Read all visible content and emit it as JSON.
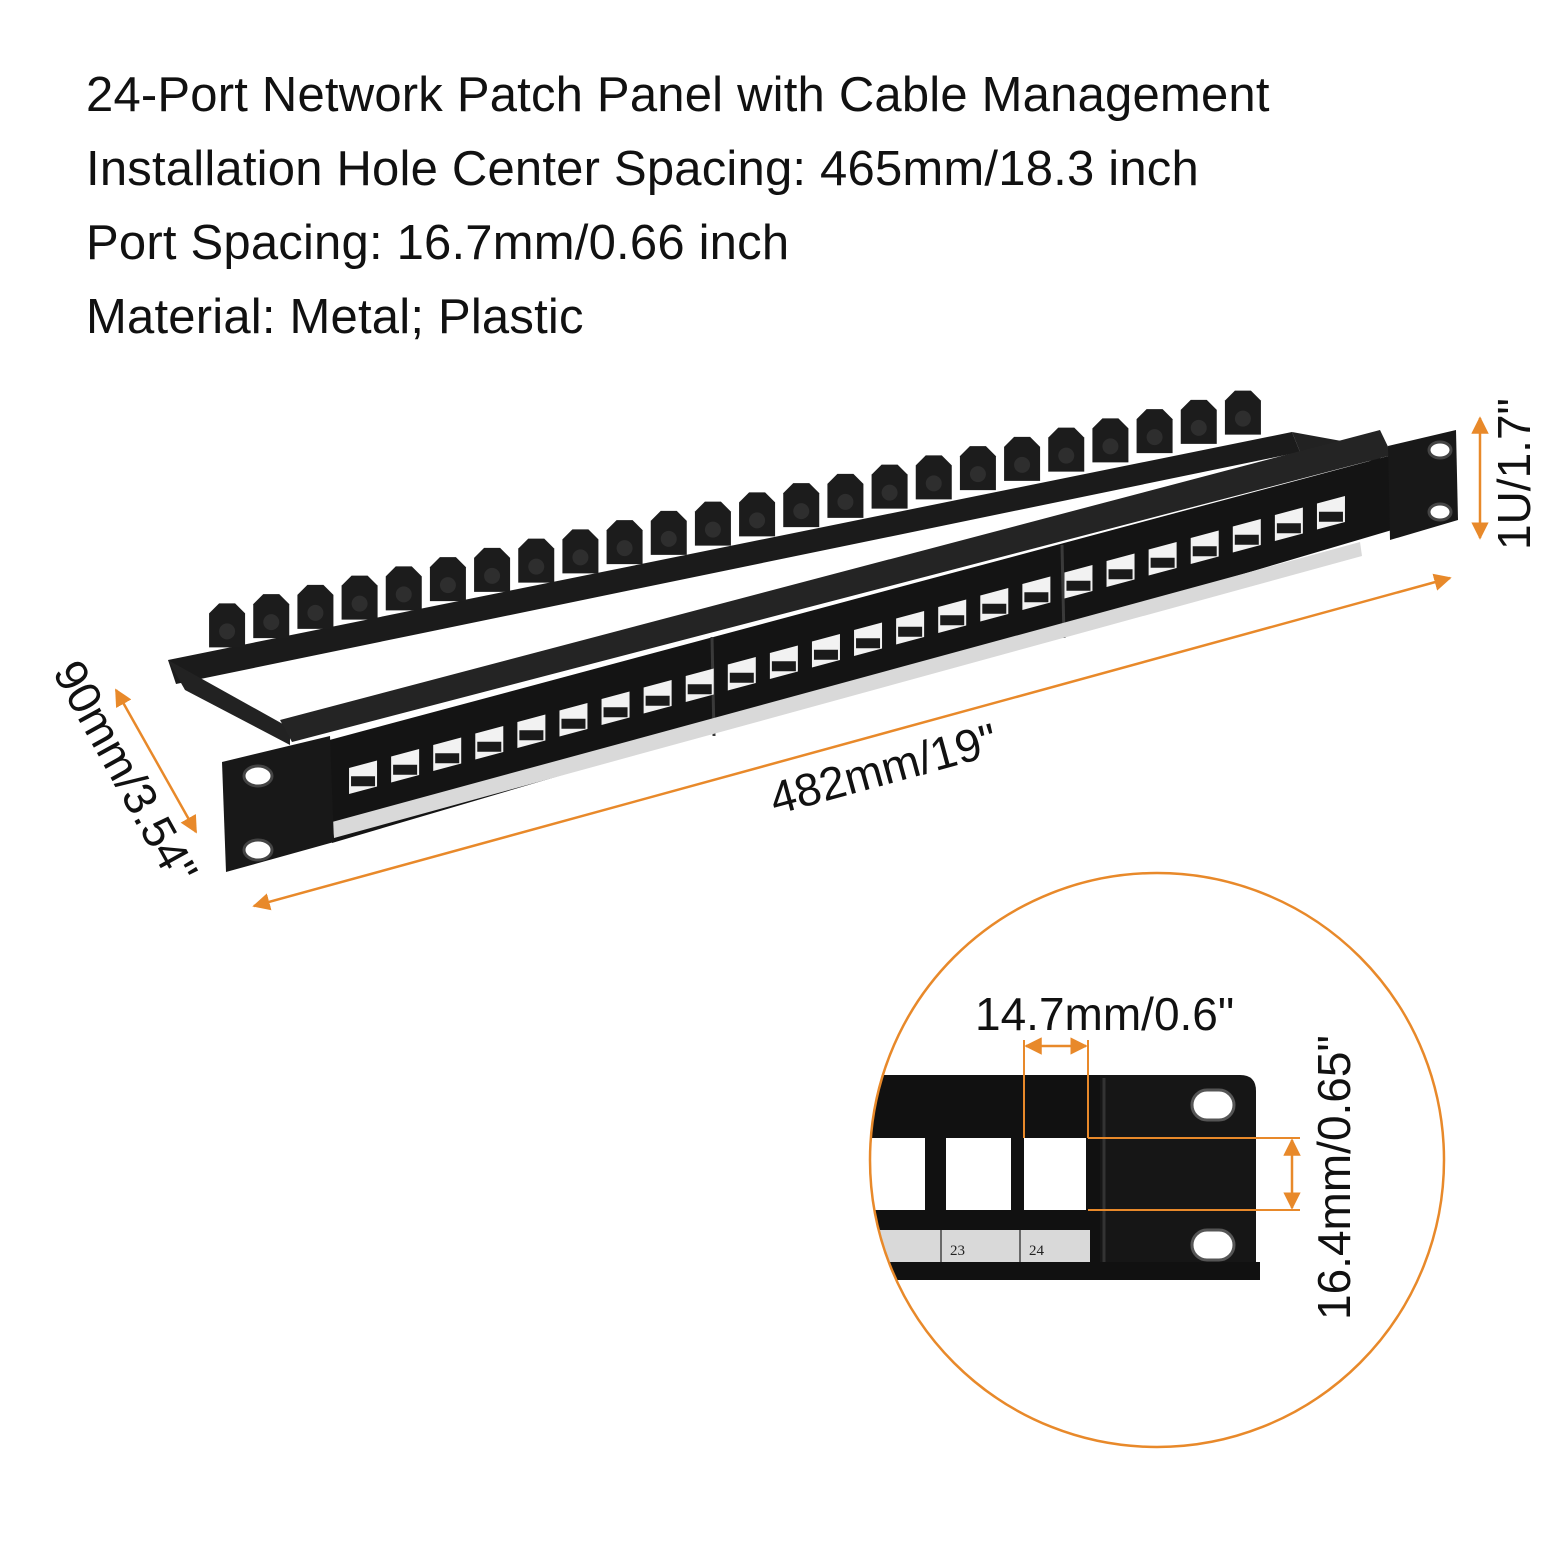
{
  "specs": [
    "24-Port Network Patch Panel with Cable Management",
    "Installation Hole Center Spacing: 465mm/18.3 inch",
    "Port Spacing: 16.7mm/0.66 inch",
    "Material: Metal; Plastic"
  ],
  "dimensions": {
    "length": "482mm/19\"",
    "depth": "90mm/3.54\"",
    "height": "1U/1.7\"",
    "port_width": "14.7mm/0.6\"",
    "port_height": "16.4mm/0.65\""
  },
  "detail_labels": [
    "23",
    "24"
  ],
  "colors": {
    "accent": "#e8892a",
    "panel": "#161616",
    "label_strip": "#d9d9d9"
  }
}
